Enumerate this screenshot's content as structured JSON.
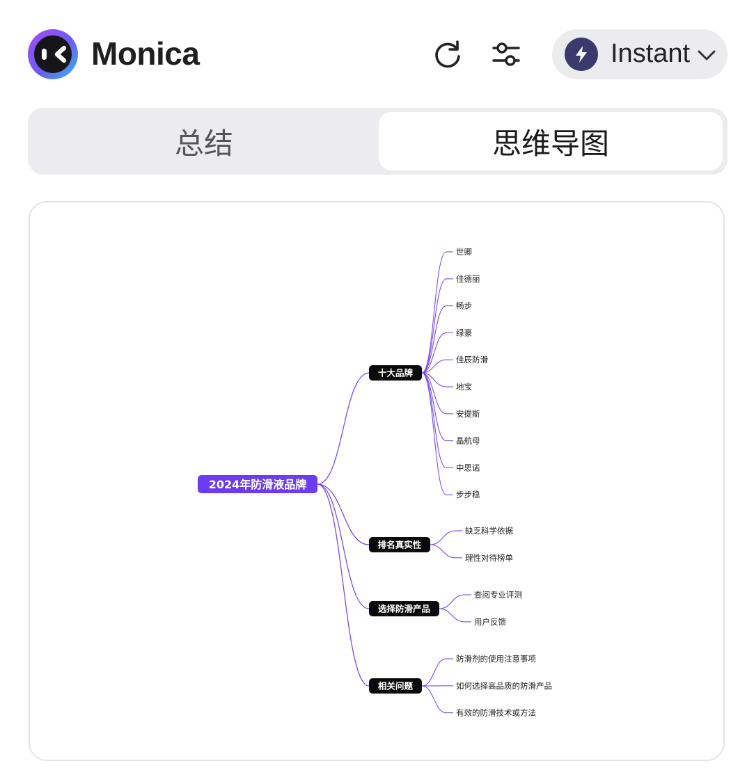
{
  "app": {
    "name": "Monica",
    "mode_label": "Instant"
  },
  "icons": {
    "logo": "monica-face-icon",
    "refresh": "refresh-icon",
    "settings": "sliders-icon",
    "mode": "lightning-bolt-icon",
    "dropdown": "chevron-down-icon"
  },
  "tabs": [
    {
      "label": "总结",
      "active": false
    },
    {
      "label": "思维导图",
      "active": true
    }
  ],
  "colors": {
    "accent": "#6d3cf0",
    "line": "#7b4bf2",
    "branch_bg": "#0a0a0a",
    "tab_bg": "#ececef",
    "mode_icon_bg": "#3b3a6e"
  },
  "mindmap": {
    "root": "2024年防滑液品牌",
    "branches": [
      {
        "label": "十大品牌",
        "children": [
          "世卿",
          "佳德丽",
          "畅步",
          "绿豪",
          "佳辰防滑",
          "地宝",
          "安提斯",
          "晶航母",
          "中思诺",
          "步步稳"
        ]
      },
      {
        "label": "排名真实性",
        "children": [
          "缺乏科学依据",
          "理性对待榜单"
        ]
      },
      {
        "label": "选择防滑产品",
        "children": [
          "查阅专业评测",
          "用户反馈"
        ]
      },
      {
        "label": "相关问题",
        "children": [
          "防滑剂的使用注意事项",
          "如何选择高品质的防滑产品",
          "有效的防滑技术或方法"
        ]
      }
    ]
  }
}
